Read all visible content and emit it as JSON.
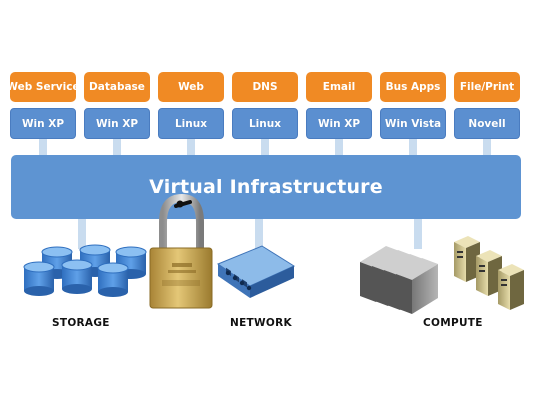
{
  "stacks": [
    {
      "app": "Web Service",
      "os": "Win XP"
    },
    {
      "app": "Database",
      "os": "Win XP"
    },
    {
      "app": "Web",
      "os": "Linux"
    },
    {
      "app": "DNS",
      "os": "Linux"
    },
    {
      "app": "Email",
      "os": "Win XP"
    },
    {
      "app": "Bus Apps",
      "os": "Win Vista"
    },
    {
      "app": "File/Print",
      "os": "Novell"
    }
  ],
  "virtual_bar": {
    "title": "Virtual Infrastructure"
  },
  "resources": {
    "storage_label": "STORAGE",
    "network_label": "NETWORK",
    "compute_label": "COMPUTE"
  },
  "colors": {
    "app_orange": "#f08a24",
    "os_blue": "#5b8fd0",
    "bar_blue": "#5e94d2",
    "connector": "#c9dcef"
  }
}
